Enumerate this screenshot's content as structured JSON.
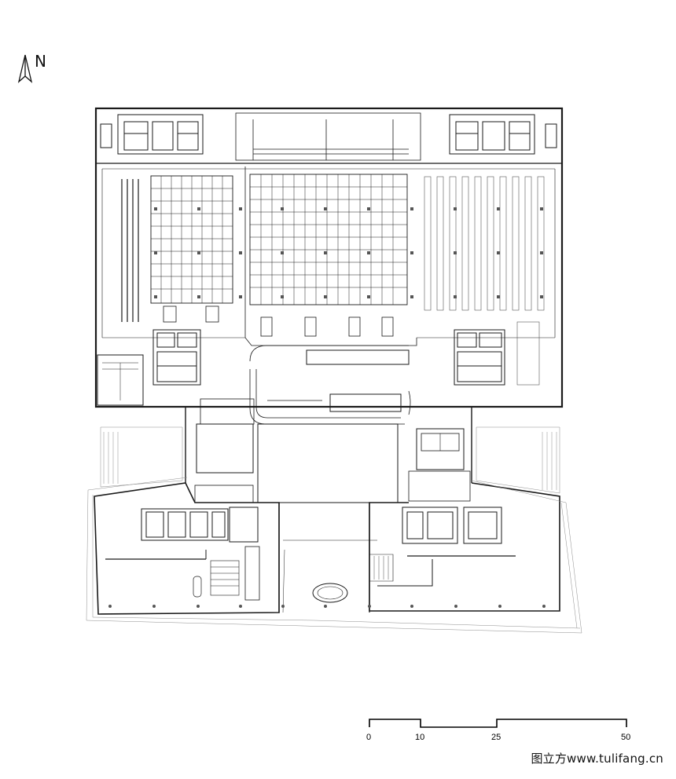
{
  "north_arrow": {
    "letter": "N"
  },
  "scale_bar": {
    "labels": [
      "0",
      "10",
      "25",
      "50"
    ]
  },
  "watermark": {
    "text": "图立方www.tulifang.cn"
  },
  "colors": {
    "line": "#1a1a1a",
    "light_line": "#8c8c8c",
    "column": "#555555",
    "background": "#ffffff"
  }
}
